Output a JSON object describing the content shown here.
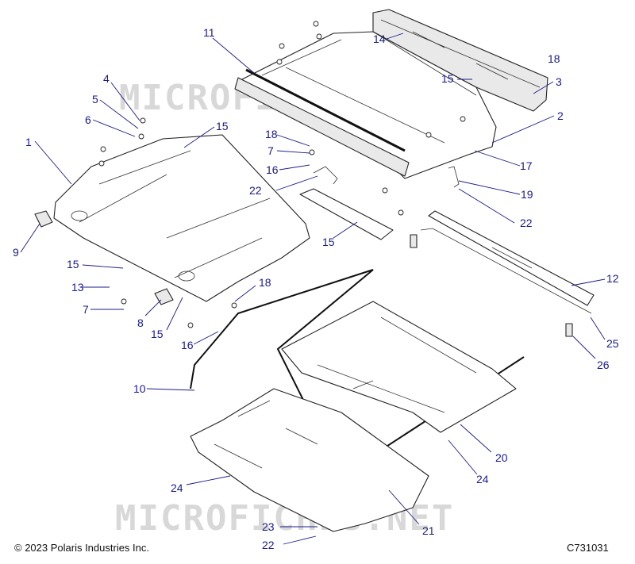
{
  "footer": {
    "copyright": "© 2023 Polaris Industries Inc.",
    "drawing_id": "C731031"
  },
  "watermark": {
    "upper": "MICROFICHES.NET",
    "lower": "MICROFICHES.NET"
  },
  "callouts": [
    "1",
    "2",
    "3",
    "4",
    "5",
    "6",
    "7",
    "7",
    "8",
    "9",
    "10",
    "11",
    "12",
    "13",
    "14",
    "15",
    "15",
    "15",
    "15",
    "15",
    "16",
    "16",
    "17",
    "18",
    "18",
    "18",
    "19",
    "20",
    "21",
    "22",
    "22",
    "22",
    "23",
    "24",
    "24",
    "25",
    "26"
  ],
  "colors": {
    "callout": "#1a1a8c",
    "line": "#222222",
    "watermark": "#d8d8d8"
  }
}
